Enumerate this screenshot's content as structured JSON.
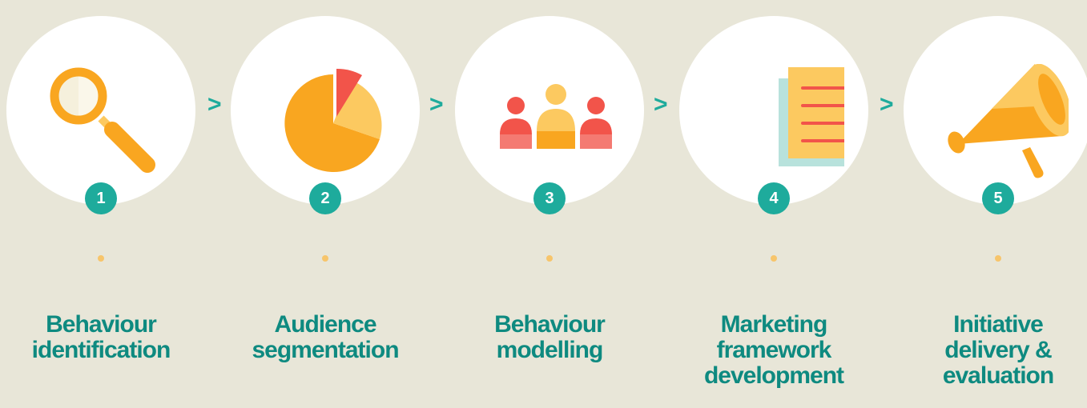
{
  "steps": [
    {
      "number": "1",
      "label": "Behaviour\nidentification",
      "icon": "magnifier-icon"
    },
    {
      "number": "2",
      "label": "Audience\nsegmentation",
      "icon": "pie-chart-icon"
    },
    {
      "number": "3",
      "label": "Behaviour\nmodelling",
      "icon": "people-icon"
    },
    {
      "number": "4",
      "label": "Marketing\nframework\ndevelopment",
      "icon": "document-icon"
    },
    {
      "number": "5",
      "label": "Initiative\ndelivery &\nevaluation",
      "icon": "megaphone-icon"
    }
  ],
  "connector": ">",
  "colors": {
    "background": "#e8e6d8",
    "teal": "#1eab9c",
    "label_text": "#0e8a80",
    "orange": "#f9a620",
    "light_orange": "#fcc960",
    "red": "#f2544a",
    "pink": "#f47a72",
    "pale_teal": "#b8e2dc"
  }
}
